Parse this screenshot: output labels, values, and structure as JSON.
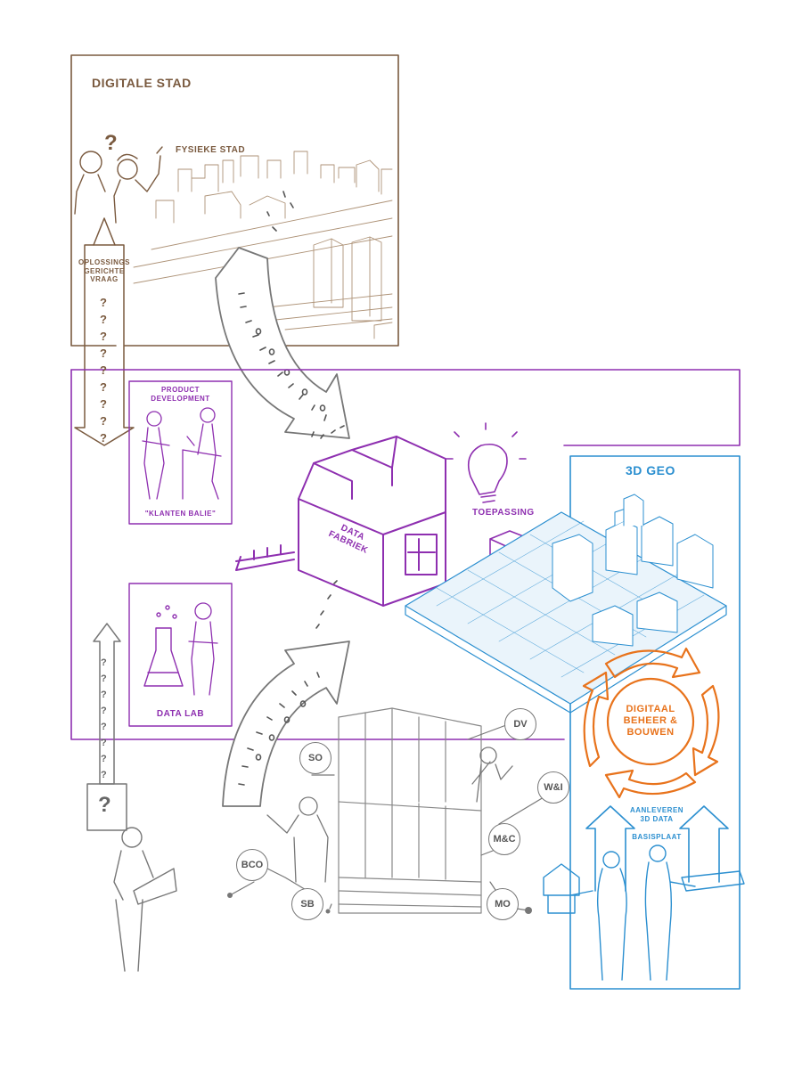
{
  "colors": {
    "city": "#7a5a3f",
    "factory": "#8e2fb0",
    "geo": "#2b8fd0",
    "cycle": "#e8731c",
    "grey": "#777777"
  },
  "digital_city": {
    "title": "DIGITALE STAD",
    "physical_city": "FYSIEKE STAD",
    "question_arrow": [
      "OPLOSSINGS",
      "GERICHTE",
      "VRAAG"
    ]
  },
  "data_factory": {
    "label_line1": "DATA",
    "label_line2": "FABRIEK",
    "product_development": [
      "PRODUCT",
      "DEVELOPMENT"
    ],
    "customer_desk": "\"KLANTEN BALIE\"",
    "data_lab": "DATA LAB",
    "application": "TOEPASSING"
  },
  "geo": {
    "title": "3D GEO",
    "cycle": [
      "DIGITAAL",
      "BEHEER &",
      "BOUWEN"
    ],
    "deliver": [
      "AANLEVEREN",
      "3D DATA"
    ],
    "base_plate": "BASISPLAAT"
  },
  "sources": {
    "nodes": [
      "DV",
      "SO",
      "W&I",
      "M&C",
      "BCO",
      "SB",
      "MO"
    ]
  }
}
